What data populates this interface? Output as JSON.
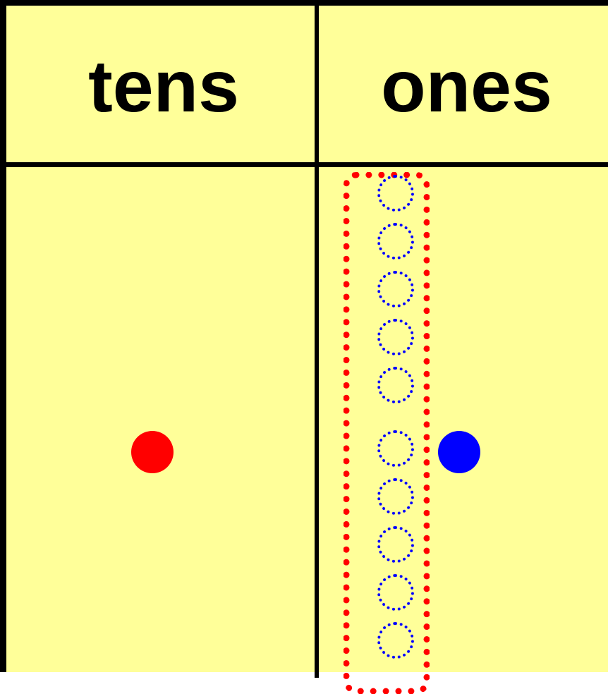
{
  "headers": {
    "tens": "tens",
    "ones": "ones"
  },
  "colors": {
    "background": "#ffff99",
    "grid": "#000000",
    "tens_counter": "#ff0000",
    "ones_counter": "#0000ff",
    "group_outline": "#ff0000",
    "ghost_outline": "#0000ff"
  },
  "counters": {
    "tens": {
      "count": 1,
      "color": "red"
    },
    "ones": {
      "count": 1,
      "color": "blue"
    },
    "grouped_ones": {
      "count": 10,
      "style": "dotted-outline"
    }
  }
}
